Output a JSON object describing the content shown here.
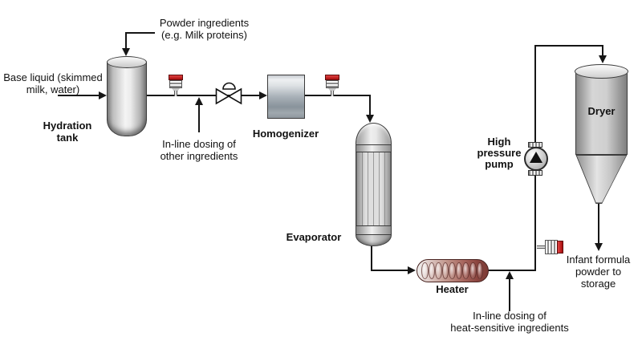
{
  "colors": {
    "pipe": "#161616",
    "dosing_cap_red": "#c41818",
    "heater_hot_red": "#7c3a34",
    "steel_light": "#ececec",
    "steel_dark": "#8a8a8a",
    "homogenizer_steel": "#a9b1b8"
  },
  "equipment": {
    "hydration_tank": {
      "label": "Hydration\ntank"
    },
    "homogenizer": {
      "label": "Homogenizer"
    },
    "evaporator": {
      "label": "Evaporator"
    },
    "heater": {
      "label": "Heater"
    },
    "high_pressure_pump": {
      "label": "High\npressure\npump"
    },
    "dryer": {
      "label": "Dryer"
    }
  },
  "annotations": {
    "powder_ingredients": {
      "label": "Powder ingredients\n(e.g. Milk proteins)"
    },
    "base_liquid": {
      "label": "Base liquid (skimmed\nmilk, water)"
    },
    "inline_dosing_other": {
      "label": "In-line dosing of\nother ingredients"
    },
    "inline_dosing_heat_sensitive": {
      "label": "In-line dosing of\nheat-sensitive ingredients"
    },
    "infant_formula_output": {
      "label": "Infant formula\npowder to\nstorage"
    }
  }
}
